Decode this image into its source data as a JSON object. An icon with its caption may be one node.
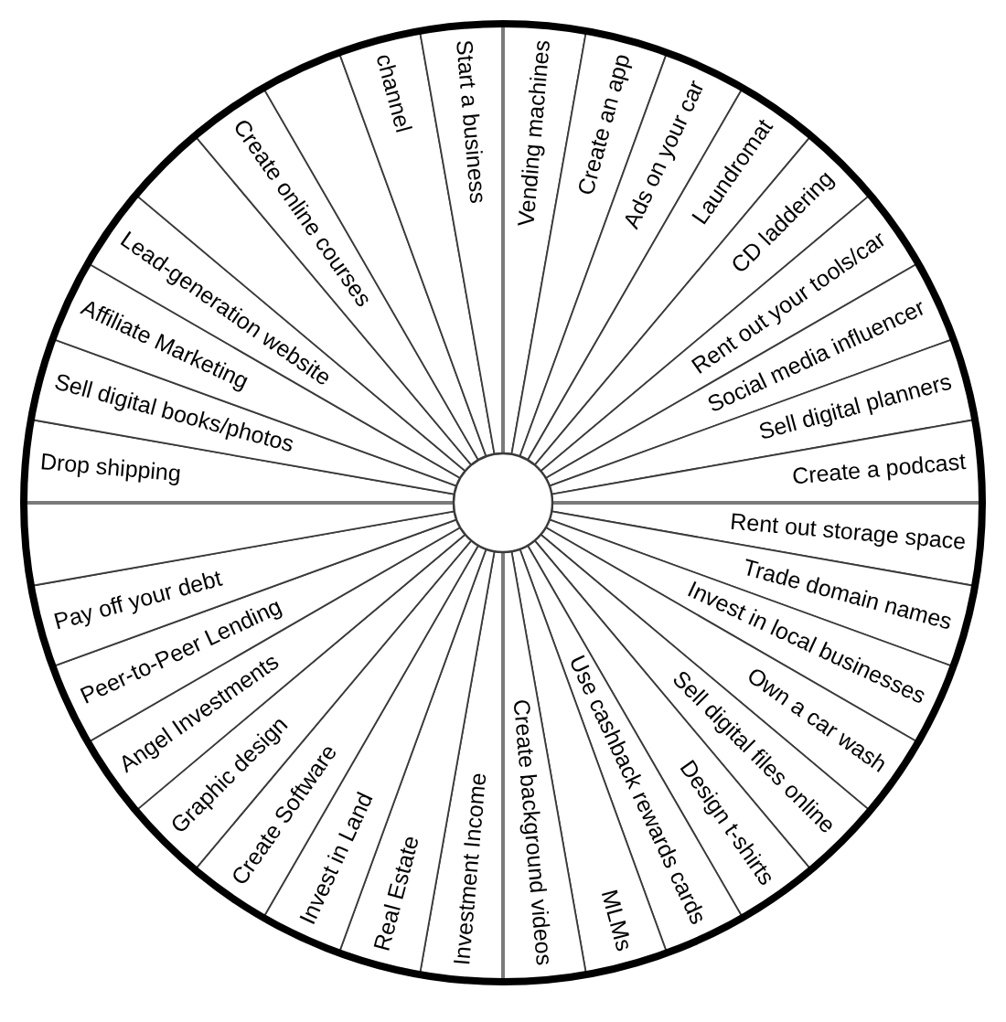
{
  "diagram": {
    "nodes": [
      {
        "text": [
          "Vending machines"
        ]
      },
      {
        "text": [
          "Create an app"
        ]
      },
      {
        "text": [
          "Ads on your car"
        ]
      },
      {
        "text": [
          "Laundromat"
        ]
      },
      {
        "text": [
          "CD laddering"
        ]
      },
      {
        "text": [
          "Rent out your tools/car"
        ]
      },
      {
        "text": [
          "Social media influencer"
        ]
      },
      {
        "text": [
          "Sell digital planners"
        ]
      },
      {
        "text": [
          "Create a podcast"
        ]
      },
      {
        "text": [
          "Rent out storage space"
        ]
      },
      {
        "text": [
          "Trade domain names"
        ]
      },
      {
        "text": [
          "Invest in local businesses"
        ]
      },
      {
        "text": [
          "Own a car wash"
        ]
      },
      {
        "text": [
          "Sell digital files online"
        ]
      },
      {
        "text": [
          "Design t-shirts"
        ]
      },
      {
        "text": [
          "Use cashback rewards cards"
        ]
      },
      {
        "text": [
          "MLMs"
        ]
      },
      {
        "text": [
          "Create background videos"
        ]
      },
      {
        "text": [
          "Investment Income"
        ]
      },
      {
        "text": [
          "Real Estate"
        ]
      },
      {
        "text": [
          "Invest in Land"
        ]
      },
      {
        "text": [
          "Create Software"
        ]
      },
      {
        "text": [
          "Graphic design"
        ]
      },
      {
        "text": [
          "Angel Investments"
        ]
      },
      {
        "text": [
          "Peer-to-Peer Lending"
        ]
      },
      {
        "text": [
          "Pay off your debt"
        ]
      },
      {
        "text": [],
        "shape": "sector"
      },
      {
        "text": [
          "Drop shipping"
        ]
      },
      {
        "text": [
          "Sell digital books/photos"
        ]
      },
      {
        "text": [
          "Affiliate Marketing"
        ]
      },
      {
        "text": [
          "Lead-generation website"
        ]
      },
      {
        "text": [],
        "shape": "sector"
      },
      {
        "text": [
          "Create online courses"
        ]
      },
      {
        "text": [],
        "shape": "sector"
      },
      {
        "text": [
          "channel"
        ]
      },
      {
        "text": [
          "Start a business"
        ]
      }
    ]
  }
}
